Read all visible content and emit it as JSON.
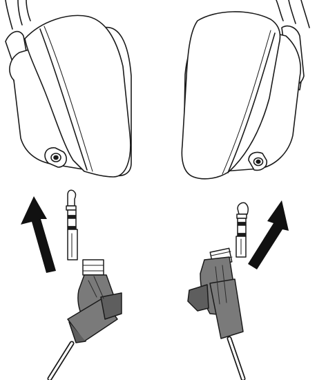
{
  "figure": {
    "type": "line-art instruction illustration",
    "items": [
      {
        "name": "left-ear-cup",
        "icon": "headphone-ear-cup-icon"
      },
      {
        "name": "right-ear-cup",
        "icon": "headphone-ear-cup-icon"
      },
      {
        "name": "left-cable-plug",
        "icon": "audio-jack-plug-icon"
      },
      {
        "name": "right-cable-plug",
        "icon": "audio-jack-plug-icon"
      },
      {
        "name": "left-insert-arrow",
        "icon": "arrow-up-icon"
      },
      {
        "name": "right-insert-arrow",
        "icon": "arrow-up-icon"
      }
    ]
  },
  "colors": {
    "line": "#1a1a1a",
    "fill": "#ffffff",
    "plug_body": "#7a7a7a",
    "plug_body_dark": "#5e5e5e",
    "arrow": "#111111"
  }
}
